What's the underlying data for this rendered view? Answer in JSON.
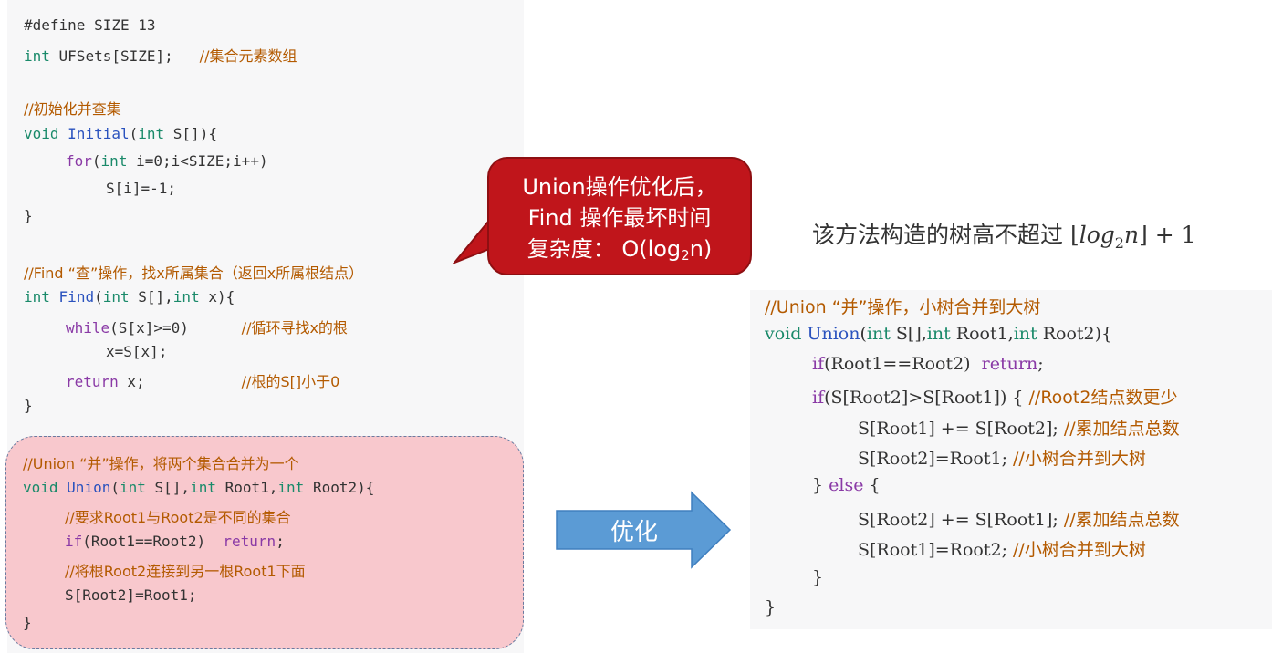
{
  "left_code": {
    "line_define": "#define SIZE 13",
    "ufsets_type": "int",
    "ufsets_decl": " UFSets[SIZE];   ",
    "ufsets_comment": "//集合元素数组",
    "init_comment": "//初始化并查集",
    "init_void": "void",
    "init_name": "Initial",
    "init_paren": "(",
    "init_int": "int",
    "init_args": " S[]){",
    "for_kw": "for",
    "for_paren": "(",
    "for_int": "int",
    "for_rest": " i=0;i<SIZE;i++)",
    "assign_line": "S[i]=-1;",
    "close_brace": "}",
    "find_comment": "//Find “查”操作，找x所属集合（返回x所属根结点）",
    "find_int": "int",
    "find_name": "Find",
    "find_paren": "(",
    "find_int2": "int",
    "find_mid": " S[],",
    "find_int3": "int",
    "find_end": " x){",
    "while_kw": "while",
    "while_rest": "(S[x]>=0)      ",
    "while_comment": "//循环寻找x的根",
    "x_assign": "x=S[x];",
    "return_kw": "return",
    "return_rest": " x;           ",
    "return_comment": "//根的S[]小于0",
    "find_close": "}",
    "union_comment": "//Union “并”操作，将两个集合合并为一个",
    "union_void": "void",
    "union_name": "Union",
    "union_paren": "(",
    "union_int1": "int",
    "union_a1": " S[],",
    "union_int2": "int",
    "union_a2": " Root1,",
    "union_int3": "int",
    "union_a3": " Root2){",
    "req_comment": "//要求Root1与Root2是不同的集合",
    "if_kw": "if",
    "if_rest": "(Root1==Root2)  ",
    "if_return": "return",
    "if_semi": ";",
    "link_comment": "//将根Root2连接到另一根Root1下面",
    "link_line": "S[Root2]=Root1;",
    "union_close": "}"
  },
  "callout": {
    "line1": "Union操作优化后，",
    "line2": "Find 操作最坏时间",
    "line3_pre": "复杂度： O(log",
    "line3_sub": "2",
    "line3_post": "n)"
  },
  "arrow": {
    "label": "优化"
  },
  "formula": {
    "text": "该方法构造的树高不超过 ",
    "open": "⌊",
    "log": "log",
    "sub": "2",
    "n": "n",
    "close": "⌋",
    "plus": " + 1"
  },
  "right_code": {
    "comment": "//Union “并”操作，小树合并到大树",
    "void": "void",
    "name": "Union",
    "paren": "(",
    "int1": "int",
    "a1": " S[],",
    "int2": "int",
    "a2": " Root1,",
    "int3": "int",
    "a3": " Root2){",
    "if1_kw": "if",
    "if1_rest": "(Root1==Root2)  ",
    "if1_return": "return",
    "if1_semi": ";",
    "if2_kw": "if",
    "if2_rest": "(S[Root2]>S[Root1]) { ",
    "if2_comment": "//Root2结点数更少",
    "add1": "S[Root1] += S[Root2]; ",
    "add1_comment": "//累加结点总数",
    "set1": "S[Root2]=Root1; ",
    "set1_comment": "//小树合并到大树",
    "else_open": "} ",
    "else_kw": "else",
    "else_brace": " {",
    "add2": "S[Root2] += S[Root1]; ",
    "add2_comment": "//累加结点总数",
    "set2": "S[Root1]=Root2; ",
    "set2_comment": "//小树合并到大树",
    "inner_close": "}",
    "outer_close": "}"
  },
  "colors": {
    "callout_bg": "#c0151b",
    "highlight_bg": "#f8c8cd",
    "arrow_fill": "#5b9bd5"
  }
}
